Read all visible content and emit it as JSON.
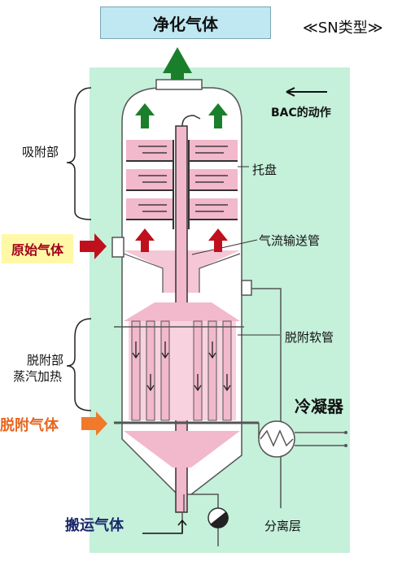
{
  "title": "净化气体",
  "type_label": "≪SN类型≫",
  "labels": {
    "bac_action": "BAC的动作",
    "tray": "托盘",
    "adsorption_section": "吸附部",
    "raw_gas": "原始气体",
    "gas_transport_pipe": "气流输送管",
    "desorption_section": "脱附部",
    "steam_heating": "蒸汽加热",
    "desorption_hose": "脱附软管",
    "condenser": "冷凝器",
    "desorption_gas": "脱附气体",
    "carrier_gas": "搬运气体",
    "separation_layer": "分离层"
  },
  "colors": {
    "background_panel": "#c5f0da",
    "vessel_fill": "#ffffff",
    "bed_fill": "#f2b8cc",
    "green_arrow": "#1a7f2a",
    "red_arrow": "#c0101e",
    "orange_arrow": "#f07a2a"
  }
}
